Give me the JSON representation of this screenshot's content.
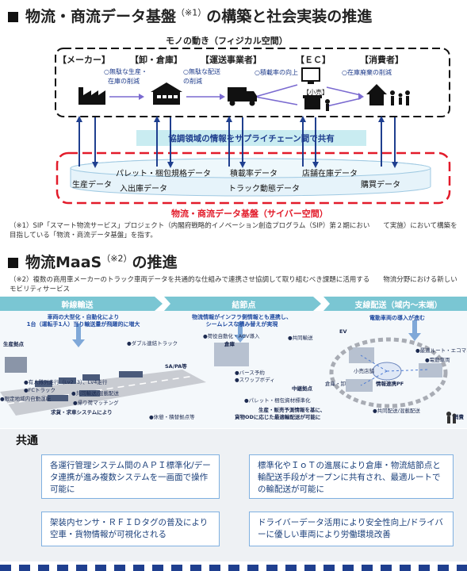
{
  "section1": {
    "title": "物流・商流データ基盤",
    "title_sup": "（※1）",
    "title_rest": "の構築と社会実装の推進",
    "physical_label": "モノの動き（フィジカル空間）",
    "actors": [
      "【メーカー】",
      "【卸・倉庫】",
      "【運送事業者】",
      "【ＥＣ】",
      "【消費者】"
    ],
    "small_shop": "【小売】",
    "benefits": [
      "○無駄な生産・",
      "在庫の削減",
      "○無駄な配送",
      "の削減",
      "○積載率の向上",
      "○在庫廃棄の削減"
    ],
    "share_banner": "協調領域の情報をサプライチェーン間で共有",
    "data_items": [
      "パレット・梱包規格データ",
      "積載率データ",
      "店舗在庫データ",
      "生産データ",
      "入出庫データ",
      "トラック動態データ",
      "購買データ"
    ],
    "cyber_label": "物流・商流データ基盤（サイバー空間）",
    "footnote": "（※1）SIP「スマート物流サービス」プロジェクト（内閣府戦略的イノベーション創造プログラム（SIP）第２期におい　　て実施）において構築を目指している「物流・商流データ基盤」を指す。"
  },
  "section2": {
    "title": "物流MaaS",
    "title_sup": "（※2）",
    "title_rest": "の推進",
    "footnote": "（※2）複数の商用車メーカーのトラック車両データを共通的な仕組みで連携させ協調して取り組むべき課題に活用する　　物流分野における新しいモビリティサービス",
    "bands": [
      "幹線輸送",
      "結節点",
      "支線配送（域内〜末端）"
    ],
    "trunk_notes": [
      "車両の大型化・自動化により",
      "1台（運転手1人）当り輸送量が飛躍的に増大"
    ],
    "node_notes": [
      "物流情報がインフラ側情報とも連携し、",
      "シームレスな積み替えが実現"
    ],
    "branch_notes": [
      "電動車両の導入が進む"
    ],
    "labels": [
      "生産拠点",
      "●ダブル連結トラック",
      "●荷役自動化・AGV導入",
      "倉庫",
      "●共同輸送",
      "SA/PA等",
      "●有人隊列走行（Lv2. 3）、Lv4走行",
      "●FCトラック",
      "●共同輸送/混載配送",
      "●限定地域内自動運転",
      "●帰り荷マッチング",
      "求貨・求車システムにより",
      "●バース予約",
      "●スワップボディ",
      "●休憩・積替拠点等",
      "●パレット・梱包資材標準化",
      "中継拠点",
      "生産・販売予測情報を基に、",
      "貨物ODに応じた最適輸配送が可能に",
      "倉庫・卸",
      "情報連携PF",
      "小売店舗",
      "●最適ルート・エコマネ",
      "●電動車両",
      "●共同配送/混載配送",
      "EV",
      "消費"
    ],
    "common_header": "共通",
    "common_boxes": [
      "各運行管理システム間のＡＰＩ標準化/データ連携が進み複数システムを一画面で操作可能に",
      "標準化やＩｏＴの進展により倉庫・物流結節点と輸配送手段がオープンに共有され、最適ルートでの輸配送が可能に",
      "架装内センサ・ＲＦＩＤタグの普及により空車・貨物情報が可視化される",
      "ドライバーデータ活用により安全性向上/ドライバーに優しい車両により労働環境改善"
    ]
  },
  "colors": {
    "navy": "#1f3f8f",
    "red": "#e21b2a",
    "teal_band": "#7ac6d3",
    "box_border": "#7fb0e0",
    "common_bg": "#eef1f4"
  }
}
